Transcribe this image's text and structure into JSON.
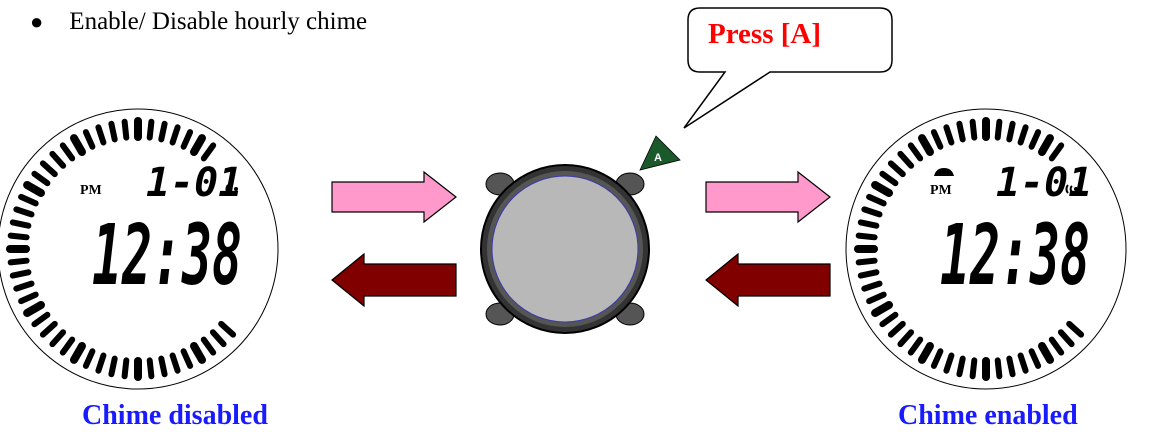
{
  "bullet": {
    "text": "Enable/ Disable hourly chime"
  },
  "callout": {
    "text": "Press [A]"
  },
  "watch_left": {
    "caption": "Chime disabled",
    "date": "1-01",
    "time": "12:38",
    "ampm": "PM",
    "chime_on": false
  },
  "watch_right": {
    "caption": "Chime enabled",
    "date": "1-01",
    "time": "12:38",
    "ampm": "PM",
    "chime_on": true
  },
  "button": {
    "label": "A"
  },
  "colors": {
    "forward_arrow": "#ff99cc",
    "back_arrow": "#800000",
    "caption": "#1a1aff",
    "callout_text": "#ff0000",
    "button": "#1a5a2a"
  }
}
